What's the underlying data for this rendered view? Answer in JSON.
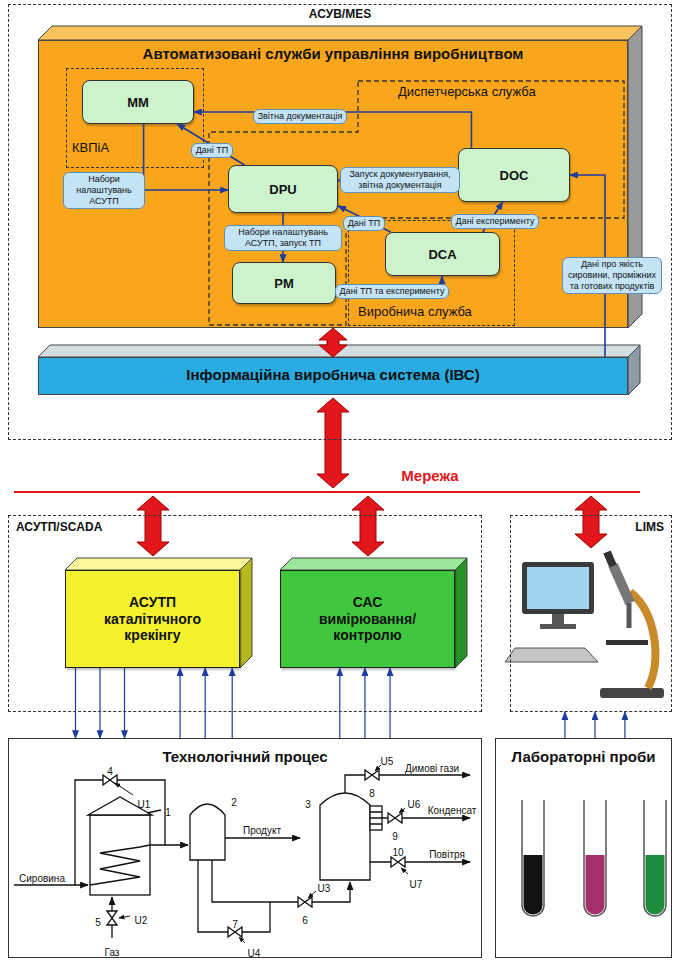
{
  "diagram": {
    "nodes": [
      {
        "text": [
          "АСУВ/MES"
        ]
      },
      {
        "text": [
          "Автоматизовані служби управління виробництвом"
        ],
        "in": 0
      },
      {
        "text": [
          "КВПіА"
        ],
        "in": 1
      },
      {
        "text": [
          "MM"
        ],
        "in": 2
      },
      {
        "text": [
          "Диспетчерська служба"
        ],
        "in": 1
      },
      {
        "text": [
          "DPU"
        ],
        "in": 4
      },
      {
        "text": [
          "DOC"
        ],
        "in": 4
      },
      {
        "text": [
          "PM"
        ],
        "in": 4
      },
      {
        "text": [
          "Виробнича служба"
        ],
        "in": 1
      },
      {
        "text": [
          "DCA"
        ],
        "in": 8
      },
      {
        "text": [
          "Інформаційна виробнича система (ІВС)"
        ],
        "in": 0
      },
      {
        "text": [
          "АСУТП/SCADA"
        ]
      },
      {
        "text": [
          "АСУТП каталітичного крекінгу"
        ],
        "in": 11
      },
      {
        "text": [
          "САС вимірювання/ контролю"
        ],
        "in": 11
      },
      {
        "text": [
          "LIMS"
        ]
      },
      {
        "text": [
          "Технологічний процес"
        ]
      },
      {
        "text": [
          "Лабораторні проби"
        ]
      }
    ],
    "edges": [
      {
        "from": 6,
        "to": 3,
        "arrow": "to",
        "label": "Звітна документація"
      },
      {
        "from": 5,
        "to": 3,
        "arrow": "to",
        "label": "Дані ТП"
      },
      {
        "from": 3,
        "to": 5,
        "arrow": "to",
        "label": "Набори налаштувань АСУТП"
      },
      {
        "from": 6,
        "to": 5,
        "arrow": "to",
        "label": "Запуск документування, звітна документація"
      },
      {
        "from": 9,
        "to": 5,
        "arrow": "to",
        "label": "Дані ТП"
      },
      {
        "from": 9,
        "to": 6,
        "arrow": "to",
        "label": "Дані експерименту"
      },
      {
        "from": 5,
        "to": 7,
        "arrow": "to",
        "label": "Набори налаштувань АСУТП, запуск ТП"
      },
      {
        "from": 7,
        "to": 9,
        "arrow": "to",
        "label": "Дані ТП та експерименту"
      },
      {
        "from": 10,
        "to": 6,
        "arrow": "to",
        "label": "Дані про якість сировини, проміжних та готових продуктів"
      },
      {
        "from": 1,
        "to": 10,
        "arrow": "both"
      },
      {
        "from": 12,
        "to": 15,
        "arrow": "to"
      },
      {
        "from": 12,
        "to": 15,
        "arrow": "to"
      },
      {
        "from": 12,
        "to": 15,
        "arrow": "to"
      },
      {
        "from": 15,
        "to": 12,
        "arrow": "to"
      },
      {
        "from": 15,
        "to": 12,
        "arrow": "to"
      },
      {
        "from": 15,
        "to": 12,
        "arrow": "to"
      },
      {
        "from": 15,
        "to": 13,
        "arrow": "to"
      },
      {
        "from": 15,
        "to": 13,
        "arrow": "to"
      },
      {
        "from": 15,
        "to": 13,
        "arrow": "to"
      },
      {
        "from": 16,
        "to": 14,
        "arrow": "to"
      },
      {
        "from": 16,
        "to": 14,
        "arrow": "to"
      },
      {
        "from": 16,
        "to": 14,
        "arrow": "to"
      }
    ],
    "labels": [
      "Мережа",
      "Сировина",
      "1",
      "4",
      "U1",
      "5",
      "U2",
      "Газ",
      "2",
      "Продукт",
      "7",
      "U4",
      "6",
      "U3",
      "3",
      "8",
      "U5",
      "Димові гази",
      "9",
      "U6",
      "Конденсат",
      "10",
      "U7",
      "Повітря"
    ]
  }
}
